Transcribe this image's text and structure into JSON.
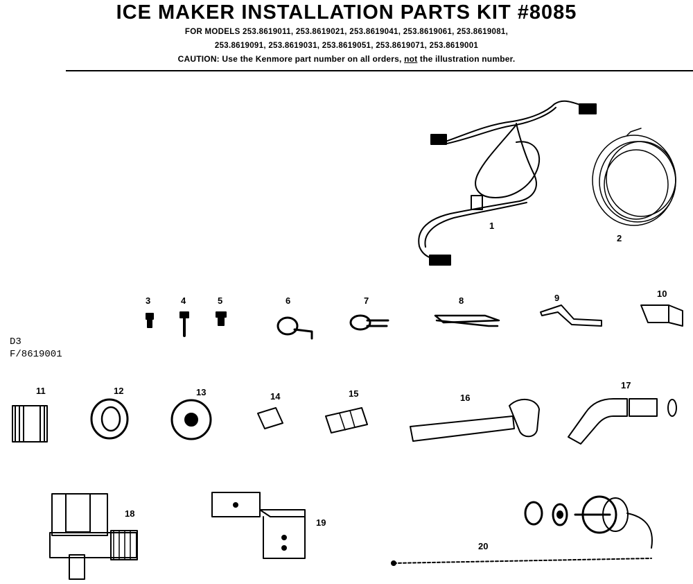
{
  "header": {
    "title": "ICE MAKER INSTALLATION PARTS KIT #8085",
    "models_line1": "FOR MODELS 253.8619011, 253.8619021, 253.8619041, 253.8619061, 253.8619081,",
    "models_line2": "253.8619091, 253.8619031, 253.8619051, 253.8619071, 253.8619001",
    "caution_prefix": "CAUTION: Use the Kenmore part number on all orders, ",
    "caution_not": "not",
    "caution_suffix": " the illustration number."
  },
  "side_code": {
    "line1": "D3",
    "line2": "F/8619001"
  },
  "parts": [
    {
      "id": "1",
      "label": "1",
      "name": "wire-harness"
    },
    {
      "id": "2",
      "label": "2",
      "name": "water-tube-coil"
    },
    {
      "id": "3",
      "label": "3",
      "name": "screw-small"
    },
    {
      "id": "4",
      "label": "4",
      "name": "screw-long"
    },
    {
      "id": "5",
      "label": "5",
      "name": "screw-short"
    },
    {
      "id": "6",
      "label": "6",
      "name": "clamp-a"
    },
    {
      "id": "7",
      "label": "7",
      "name": "clamp-b"
    },
    {
      "id": "8",
      "label": "8",
      "name": "clip-flat"
    },
    {
      "id": "9",
      "label": "9",
      "name": "bracket-bent"
    },
    {
      "id": "10",
      "label": "10",
      "name": "bracket-angle"
    },
    {
      "id": "11",
      "label": "11",
      "name": "grommet-ribbed"
    },
    {
      "id": "12",
      "label": "12",
      "name": "ring-nut"
    },
    {
      "id": "13",
      "label": "13",
      "name": "washer"
    },
    {
      "id": "14",
      "label": "14",
      "name": "insert-small"
    },
    {
      "id": "15",
      "label": "15",
      "name": "sleeve"
    },
    {
      "id": "16",
      "label": "16",
      "name": "fill-tube"
    },
    {
      "id": "17",
      "label": "17",
      "name": "elbow-connector"
    },
    {
      "id": "18",
      "label": "18",
      "name": "water-valve"
    },
    {
      "id": "19",
      "label": "19",
      "name": "mounting-bracket"
    },
    {
      "id": "20",
      "label": "20",
      "name": "saddle-valve-assembly"
    }
  ]
}
